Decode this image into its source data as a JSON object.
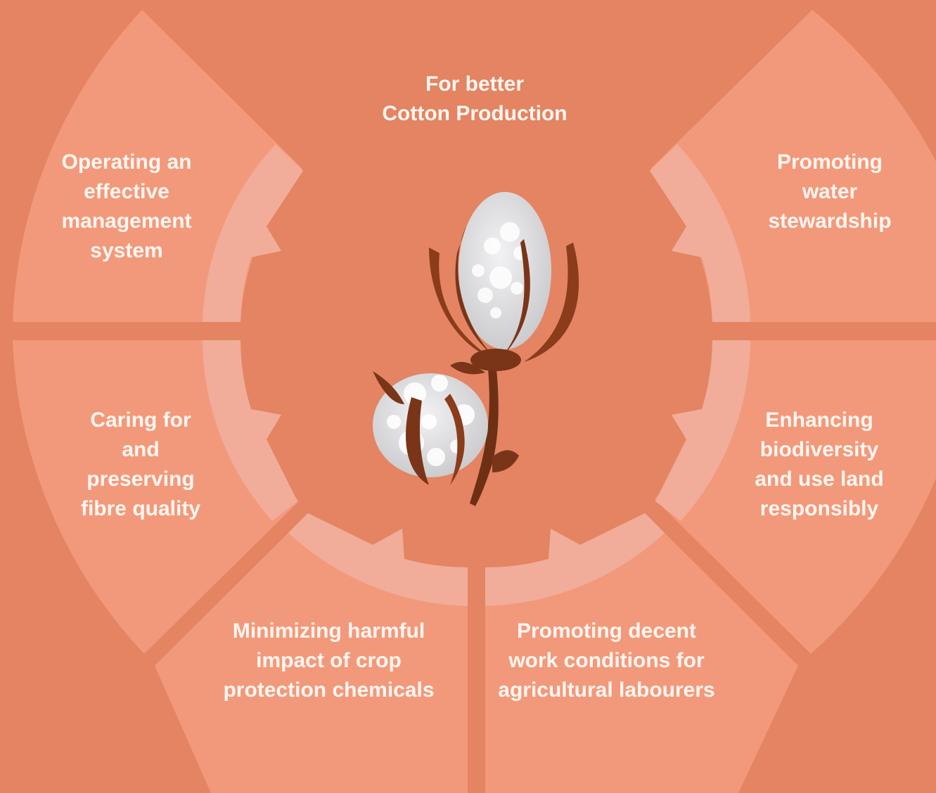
{
  "diagram": {
    "center_title": "For better\nCotton Production",
    "segments": [
      {
        "id": "upper-left",
        "label": "Operating an\neffective\nmanagement\nsystem"
      },
      {
        "id": "upper-right",
        "label": "Promoting\nwater\nstewardship"
      },
      {
        "id": "middle-left",
        "label": "Caring for\nand\npreserving\nfibre quality"
      },
      {
        "id": "middle-right",
        "label": "Enhancing\nbiodiversity\nand use land\nresponsibly"
      },
      {
        "id": "bottom-left",
        "label": "Minimizing harmful\nimpact of crop\nprotection chemicals"
      },
      {
        "id": "bottom-right",
        "label": "Promoting decent\nwork conditions for\nagricultural labourers"
      }
    ],
    "colors": {
      "background": "#e48462",
      "segment": "#f3997b",
      "ring": "#f1ad99",
      "cotton": "#d3d3d5",
      "boll_stem": "#7a3518",
      "text": "#fff6f0"
    }
  }
}
